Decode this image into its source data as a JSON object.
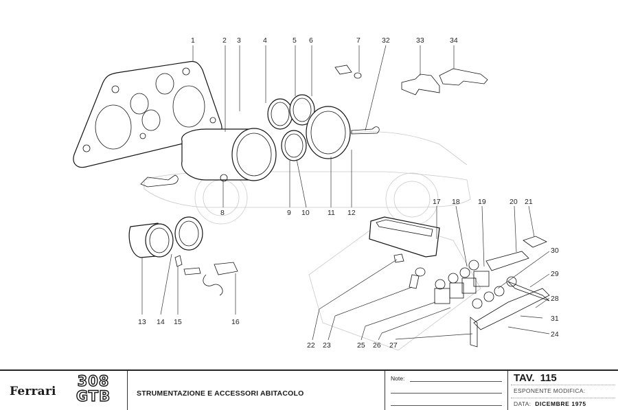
{
  "document": {
    "plate_title": "STRUMENTAZIONE E ACCESSORI ABITACOLO",
    "brand": "Ferrari",
    "model_line1": "308",
    "model_line2": "GTB",
    "notes_label": "Note:",
    "table_label": "TAV.",
    "table_number": "115",
    "revision_label": "ESPONENTE MODIFICA:",
    "revision_value": "",
    "date_label": "DATA:",
    "date_value": "DICEMBRE 1975"
  },
  "callouts": [
    {
      "id": "1"
    },
    {
      "id": "2"
    },
    {
      "id": "3"
    },
    {
      "id": "4"
    },
    {
      "id": "5"
    },
    {
      "id": "6"
    },
    {
      "id": "7"
    },
    {
      "id": "32"
    },
    {
      "id": "33"
    },
    {
      "id": "34"
    },
    {
      "id": "8"
    },
    {
      "id": "9"
    },
    {
      "id": "10"
    },
    {
      "id": "11"
    },
    {
      "id": "12"
    },
    {
      "id": "13"
    },
    {
      "id": "14"
    },
    {
      "id": "15"
    },
    {
      "id": "16"
    },
    {
      "id": "17"
    },
    {
      "id": "18"
    },
    {
      "id": "19"
    },
    {
      "id": "20"
    },
    {
      "id": "21"
    },
    {
      "id": "30"
    },
    {
      "id": "29"
    },
    {
      "id": "28"
    },
    {
      "id": "31"
    },
    {
      "id": "24"
    },
    {
      "id": "22"
    },
    {
      "id": "23"
    },
    {
      "id": "25"
    },
    {
      "id": "26"
    },
    {
      "id": "27"
    }
  ],
  "colors": {
    "ink": "#111111",
    "ghost_car": "#c8c8c8",
    "paper": "#ffffff"
  }
}
